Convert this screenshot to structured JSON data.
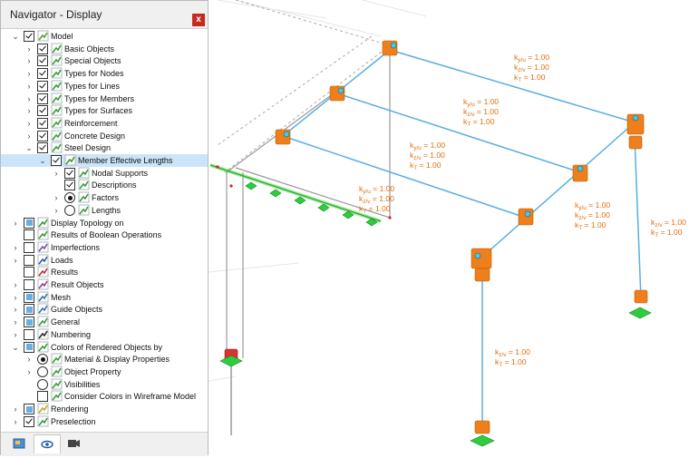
{
  "navigator": {
    "title": "Navigator - Display",
    "close_label": "x",
    "tree": [
      {
        "label": "Model",
        "expand": "open",
        "check": "checked",
        "icon": "model-icon"
      },
      {
        "label": "Basic Objects",
        "expand": "closed",
        "check": "checked",
        "icon": "display-options-icon"
      },
      {
        "label": "Special Objects",
        "expand": "closed",
        "check": "checked",
        "icon": "display-options-icon"
      },
      {
        "label": "Types for Nodes",
        "expand": "closed",
        "check": "checked",
        "icon": "display-options-icon"
      },
      {
        "label": "Types for Lines",
        "expand": "closed",
        "check": "checked",
        "icon": "display-options-icon"
      },
      {
        "label": "Types for Members",
        "expand": "closed",
        "check": "checked",
        "icon": "display-options-icon"
      },
      {
        "label": "Types for Surfaces",
        "expand": "closed",
        "check": "checked",
        "icon": "display-options-icon"
      },
      {
        "label": "Reinforcement",
        "expand": "closed",
        "check": "checked",
        "icon": "display-options-icon"
      },
      {
        "label": "Concrete Design",
        "expand": "closed",
        "check": "checked",
        "icon": "display-options-icon"
      },
      {
        "label": "Steel Design",
        "expand": "open",
        "check": "checked",
        "icon": "display-options-icon"
      },
      {
        "label": "Member Effective Lengths",
        "expand": "open",
        "check": "checked",
        "icon": "display-options-icon",
        "selected": true
      },
      {
        "label": "Nodal Supports",
        "expand": "closed",
        "check": "checked",
        "icon": "display-options-icon"
      },
      {
        "label": "Descriptions",
        "expand": "none",
        "check": "checked",
        "icon": "display-options-icon"
      },
      {
        "label": "Factors",
        "expand": "closed",
        "check": "radio-on",
        "icon": "display-options-icon"
      },
      {
        "label": "Lengths",
        "expand": "closed",
        "check": "radio-off",
        "icon": "display-options-icon"
      },
      {
        "label": "Display Topology on",
        "expand": "closed",
        "check": "partial",
        "icon": "display-options-icon"
      },
      {
        "label": "Results of Boolean Operations",
        "expand": "none",
        "check": "unchecked",
        "icon": "display-options-icon"
      },
      {
        "label": "Imperfections",
        "expand": "closed",
        "check": "unchecked",
        "icon": "imperfections-icon"
      },
      {
        "label": "Loads",
        "expand": "closed",
        "check": "unchecked",
        "icon": "loads-icon"
      },
      {
        "label": "Results",
        "expand": "none",
        "check": "unchecked",
        "icon": "results-icon"
      },
      {
        "label": "Result Objects",
        "expand": "closed",
        "check": "unchecked",
        "icon": "result-objects-icon"
      },
      {
        "label": "Mesh",
        "expand": "closed",
        "check": "partial",
        "icon": "mesh-icon"
      },
      {
        "label": "Guide Objects",
        "expand": "closed",
        "check": "partial",
        "icon": "guide-objects-icon"
      },
      {
        "label": "General",
        "expand": "closed",
        "check": "partial",
        "icon": "general-icon"
      },
      {
        "label": "Numbering",
        "expand": "closed",
        "check": "unchecked",
        "icon": "numbering-icon"
      },
      {
        "label": "Colors of Rendered Objects by",
        "expand": "open",
        "check": "partial",
        "icon": "display-options-icon"
      },
      {
        "label": "Material & Display Properties",
        "expand": "closed",
        "check": "radio-on",
        "icon": "display-options-icon"
      },
      {
        "label": "Object Property",
        "expand": "closed",
        "check": "radio-off",
        "icon": "display-options-icon"
      },
      {
        "label": "Visibilities",
        "expand": "none",
        "check": "radio-off",
        "icon": "display-options-icon"
      },
      {
        "label": "Consider Colors in Wireframe Model",
        "expand": "none",
        "check": "unchecked",
        "icon": "display-options-icon"
      },
      {
        "label": "Rendering",
        "expand": "closed",
        "check": "partial",
        "icon": "rendering-icon"
      },
      {
        "label": "Preselection",
        "expand": "closed",
        "check": "checked",
        "icon": "display-options-icon"
      }
    ],
    "footer_tabs": [
      "data-tab-icon",
      "view-tab-icon",
      "camera-tab-icon"
    ]
  },
  "viewport": {
    "annotations": [
      {
        "l1": "y/u",
        "v1": " = 1.00",
        "l2": "z/v",
        "v2": " = 1.00",
        "l3": "T",
        "v3": " = 1.00"
      },
      {
        "l1": "y/u",
        "v1": " = 1.00",
        "l2": "z/v",
        "v2": " = 1.00",
        "l3": "T",
        "v3": " = 1.00"
      },
      {
        "l1": "y/u",
        "v1": " = 1.00",
        "l2": "z/v",
        "v2": " = 1.00",
        "l3": "T",
        "v3": " = 1.00"
      },
      {
        "l1": "y/u",
        "v1": " = 1.00",
        "l2": "z/v",
        "v2": " = 1.00",
        "l3": "T",
        "v3": " = 1.00"
      },
      {
        "l1": "y/u",
        "v1": " = 1.00",
        "l2": "z/v",
        "v2": " = 1.00",
        "l3": "T",
        "v3": " = 1.00"
      },
      {
        "l1": "z/v",
        "v1": " = 1.00",
        "l2": "T",
        "v2": " = 1.00"
      },
      {
        "l1": "z/v",
        "v1": " = 1.00",
        "l2": "T",
        "v2": " = 1.00"
      }
    ],
    "colors": {
      "beam": "#5aaee0",
      "support": "#ee7f1a",
      "nodal_support": "#2ecc40",
      "label": "#e07010",
      "selection": "#33cc33"
    }
  }
}
